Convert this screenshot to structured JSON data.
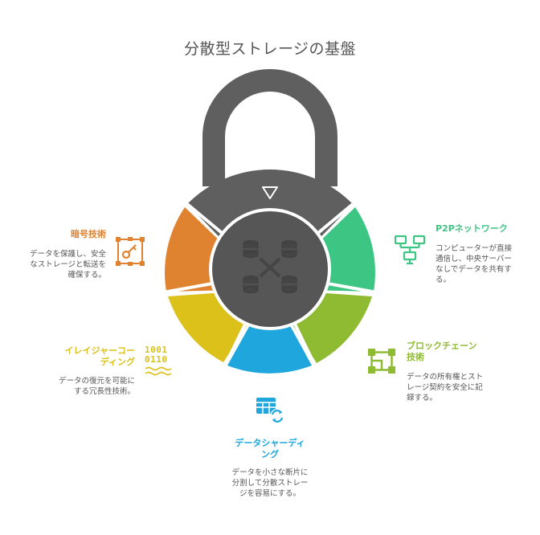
{
  "title": "分散型ストレージの基盤",
  "colors": {
    "lock_body": "#5f5f5f",
    "center": "#565656",
    "encryption": "#df8331",
    "erasure": "#dcc11b",
    "sharding": "#1fa7dd",
    "blockchain": "#8fbb32",
    "p2p": "#3dc583"
  },
  "sections": {
    "encryption": {
      "heading": "暗号技術",
      "desc": [
        "データを保護し、安全",
        "なストレージと転送を",
        "確保する。"
      ],
      "icon": "key-icon"
    },
    "erasure": {
      "heading": [
        "イレイジャーコー",
        "ディング"
      ],
      "desc": [
        "データの復元を可能に",
        "する冗長性技術。"
      ],
      "binary": [
        "1001",
        "0110"
      ],
      "icon": "binary-icon"
    },
    "sharding": {
      "heading": [
        "データシャーディ",
        "ング"
      ],
      "desc": [
        "データを小さな断片に",
        "分割して分散ストレー",
        "ジを容易にする。"
      ],
      "icon": "table-refresh-icon"
    },
    "blockchain": {
      "heading": [
        "ブロックチェーン",
        "技術"
      ],
      "desc": [
        "データの所有権とスト",
        "レージ契約を安全に記",
        "録する。"
      ],
      "icon": "blockchain-icon"
    },
    "p2p": {
      "heading": "P2Pネットワーク",
      "desc": [
        "コンピューターが直接",
        "通信し、中央サーバー",
        "なしでデータを共有す",
        "る。"
      ],
      "icon": "network-icon"
    }
  }
}
